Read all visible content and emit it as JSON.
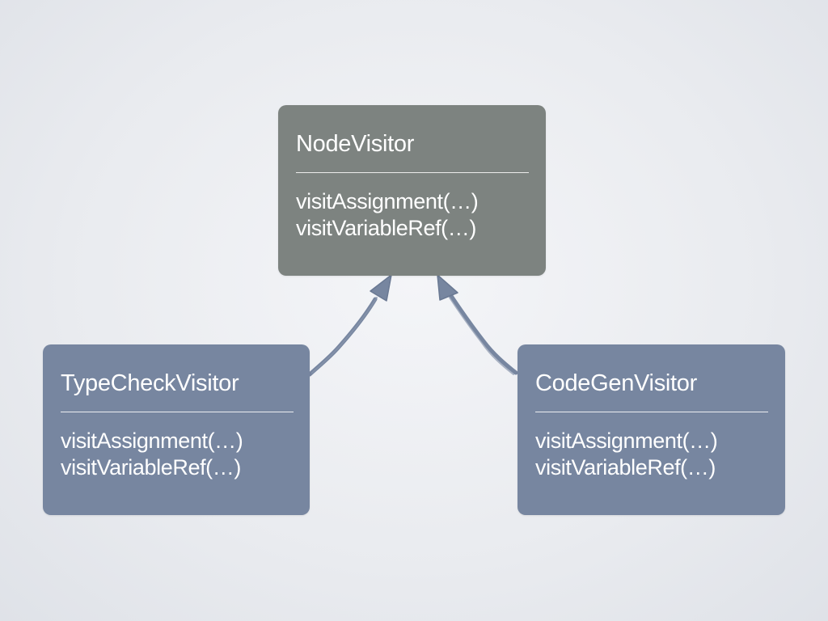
{
  "classes": {
    "parent": {
      "name": "NodeVisitor",
      "methods": [
        "visitAssignment(…)",
        "visitVariableRef(…)"
      ]
    },
    "left": {
      "name": "TypeCheckVisitor",
      "methods": [
        "visitAssignment(…)",
        "visitVariableRef(…)"
      ]
    },
    "right": {
      "name": "CodeGenVisitor",
      "methods": [
        "visitAssignment(…)",
        "visitVariableRef(…)"
      ]
    }
  },
  "colors": {
    "parent_box": "#7d8380",
    "child_box": "#7786a0",
    "arrow": "#7786a0",
    "background": "#e9ebef"
  },
  "relations": [
    {
      "from": "TypeCheckVisitor",
      "to": "NodeVisitor",
      "kind": "inheritance"
    },
    {
      "from": "CodeGenVisitor",
      "to": "NodeVisitor",
      "kind": "inheritance"
    }
  ]
}
